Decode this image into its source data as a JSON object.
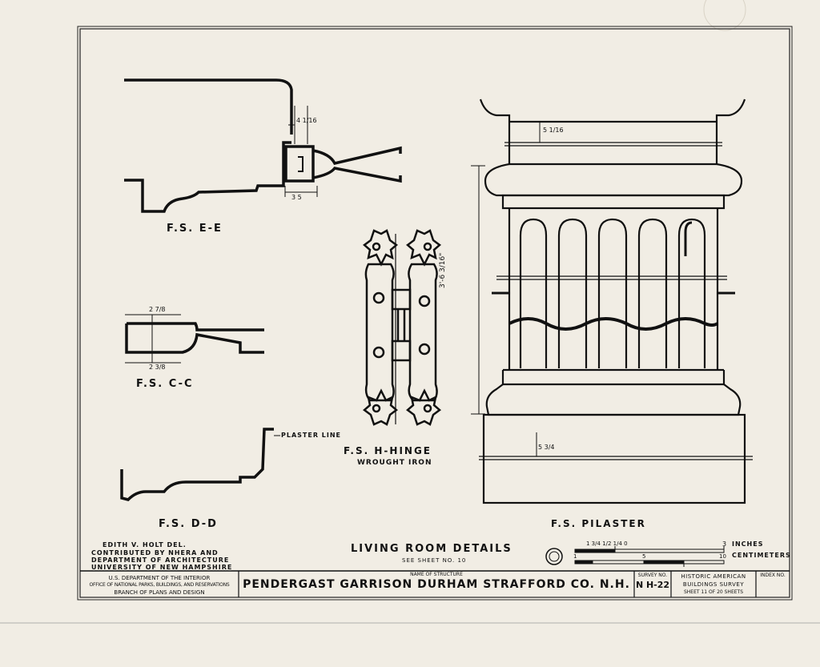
{
  "details": {
    "fs_ee": "F.S. E-E",
    "fs_cc": "F.S. C-C",
    "fs_dd": "F.S. D-D",
    "fs_hinge": "F.S. H-HINGE",
    "hinge_material": "WROUGHT IRON",
    "fs_pilaster": "F.S. PILASTER",
    "plaster_line": "PLASTER LINE"
  },
  "dimensions": {
    "ee_depth": "4 1/16",
    "ee_width": "3 5",
    "cc_top": "2 7/8",
    "cc_bottom": "2 3/8",
    "pilaster_top": "5 1/16",
    "pilaster_height": "3'-6 3/16\"",
    "pilaster_base": "5 3/4"
  },
  "credits": {
    "line1": "EDITH V. HOLT DEL.",
    "line2": "CONTRIBUTED BY NHERA AND",
    "line3": "DEPARTMENT OF ARCHITECTURE",
    "line4": "UNIVERSITY OF NEW HAMPSHIRE"
  },
  "sheet_title": "LIVING ROOM DETAILS",
  "sheet_ref": "SEE SHEET NO. 10",
  "scale": {
    "inches_ticks": "1 3/4 1/2 1/4 0",
    "inches_end": "3",
    "inches_unit": "INCHES",
    "cm_start": "1",
    "cm_mid": "5",
    "cm_end": "10",
    "cm_unit": "CENTIMETERS"
  },
  "title_block": {
    "agency1": "U.S. DEPARTMENT OF THE INTERIOR",
    "agency2": "OFFICE OF NATIONAL PARKS, BUILDINGS, AND RESERVATIONS",
    "agency3": "BRANCH OF PLANS AND DESIGN",
    "structure_caption": "NAME OF STRUCTURE",
    "structure_name": "PENDERGAST GARRISON DURHAM STRAFFORD CO. N.H.",
    "survey_caption": "SURVEY NO.",
    "survey_no": "N H-22",
    "habs1": "HISTORIC AMERICAN",
    "habs2": "BUILDINGS SURVEY",
    "sheet_line": "SHEET 11 OF 20 SHEETS",
    "index_caption": "INDEX NO."
  }
}
